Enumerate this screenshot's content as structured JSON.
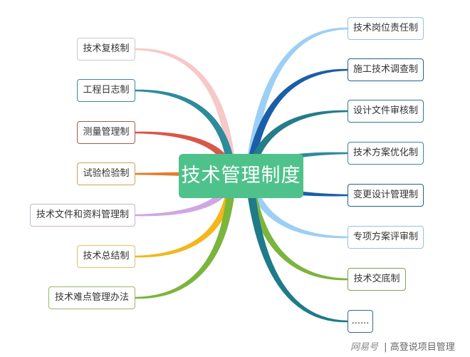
{
  "center": {
    "label": "技术管理制度",
    "color": "#4fc28b"
  },
  "left_nodes": [
    {
      "label": "技术复核制",
      "border": "#c9c9c9",
      "branch": "#f7c8c8"
    },
    {
      "label": "工程日志制",
      "border": "#3a8a9b",
      "branch": "#2e8b9a"
    },
    {
      "label": "测量管理制",
      "border": "#a9594f",
      "branch": "#d9574a"
    },
    {
      "label": "试验检验制",
      "border": "#c9a35a",
      "branch": "#e07f2e"
    },
    {
      "label": "技术文件和资料管理制",
      "border": "#c4b3d6",
      "branch": "#d1a6e2"
    },
    {
      "label": "技术总结制",
      "border": "#d9c36a",
      "branch": "#f1b71c"
    },
    {
      "label": "技术难点管理办法",
      "border": "#9bb56a",
      "branch": "#7ab53c"
    }
  ],
  "right_nodes": [
    {
      "label": "技术岗位责任制",
      "border": "#9cc0de",
      "branch": "#9ccff5"
    },
    {
      "label": "施工技术调查制",
      "border": "#2b5f8b",
      "branch": "#1b5ea8"
    },
    {
      "label": "设计文件审核制",
      "border": "#2f7b86",
      "branch": "#257c8a"
    },
    {
      "label": "技术方案优化制",
      "border": "#3c8a97",
      "branch": "#2e8b9a"
    },
    {
      "label": "变更设计管理制",
      "border": "#2b5f8b",
      "branch": "#1b5ea8"
    },
    {
      "label": "专项方案评审制",
      "border": "#9cc0de",
      "branch": "#9ccff5"
    },
    {
      "label": "技术交底制",
      "border": "#7aa55a",
      "branch": "#7ab53c"
    },
    {
      "label": "......",
      "border": "#2f6f87",
      "branch": "#1f7a8a"
    }
  ],
  "watermark": {
    "logo": "网易号",
    "separator": "|",
    "author": "高登说项目管理"
  }
}
